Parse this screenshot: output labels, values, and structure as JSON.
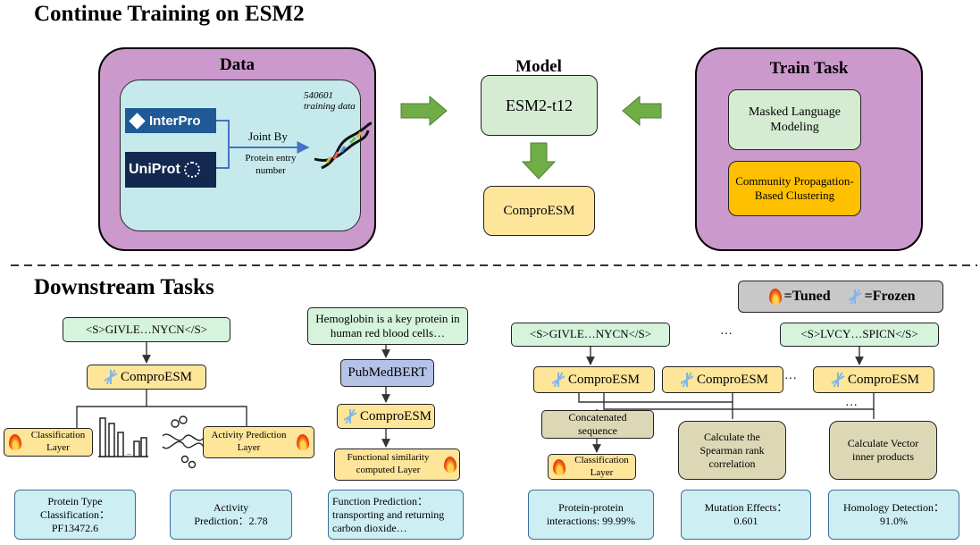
{
  "titles": {
    "top": "Continue Training on ESM2",
    "bottom": "Downstream Tasks"
  },
  "data_panel": {
    "title": "Data",
    "interpro": "InterPro",
    "uniprot": "UniProt",
    "joint_by": "Joint By",
    "protein_entry": "Protein entry number",
    "training_count": "540601",
    "training_data": "training data"
  },
  "model_panel": {
    "title": "Model",
    "esm": "ESM2-t12",
    "compro": "ComproESM"
  },
  "train_panel": {
    "title": "Train Task",
    "mlm": "Masked Language Modeling",
    "community": "Community Propagation-Based Clustering"
  },
  "legend": {
    "tuned": "=Tuned",
    "frozen": "=Frozen"
  },
  "tasks": {
    "seq1": "<S>GIVLE…NYCN</S>",
    "compro": "ComproESM",
    "classification_layer": "Classification Layer",
    "activity_layer": "Activity Prediction Layer",
    "out_protein_type": "Protein Type Classification：PF13472.6",
    "out_activity": "Activity Prediction：2.78",
    "hemoglobin": "Hemoglobin is a key protein in human red blood cells…",
    "pubmedbert": "PubMedBERT",
    "functional_layer": "Functional similarity computed Layer",
    "out_function": "Function Prediction：transporting and returning carbon dioxide…",
    "seq2": "<S>GIVLE…NYCN</S>",
    "seq3": "<S>LVCY…SPICN</S>",
    "ellipsis": "…",
    "concatenated": "Concatenated sequence",
    "classification_layer2": "Classification Layer",
    "spearman": "Calculate the Spearman rank correlation",
    "vector": "Calculate Vector inner products",
    "out_ppi": "Protein-protein interactions: 99.99%",
    "out_mutation": "Mutation Effects：0.601",
    "out_homology": "Homology Detection：91.0%"
  },
  "colors": {
    "panel": "#cc99cc",
    "arrow_green": "#70ad47",
    "interpro_blue": "#1f5a96",
    "uniprot_navy": "#13284f",
    "compro_yellow": "#fde59a",
    "community_orange": "#ffc000"
  },
  "icons": [
    "flame-icon",
    "snowflake-icon",
    "dna-helix-icon",
    "bar-chart-icon",
    "molecule-icon"
  ]
}
